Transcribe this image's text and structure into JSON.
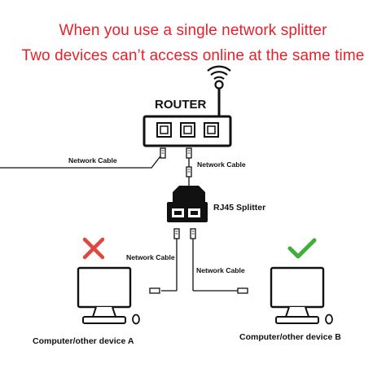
{
  "headline": {
    "line1": "When you use a single network splitter",
    "line2": "Two devices  can’t access online at the same time",
    "color": "#e8202a"
  },
  "router": {
    "label": "ROUTER",
    "ports": 3
  },
  "splitter": {
    "label": "RJ45  Splitter"
  },
  "cables": {
    "left": "Network Cable",
    "router_to_splitter": "Network Cable",
    "to_device_a": "Network Cable",
    "to_device_b": "Network Cable"
  },
  "devices": {
    "a": {
      "label": "Computer/other device A",
      "status_icon": "cross-icon",
      "status_color": "#e0473e"
    },
    "b": {
      "label": "Computer/other device B",
      "status_icon": "check-icon",
      "status_color": "#3fae3c"
    }
  }
}
